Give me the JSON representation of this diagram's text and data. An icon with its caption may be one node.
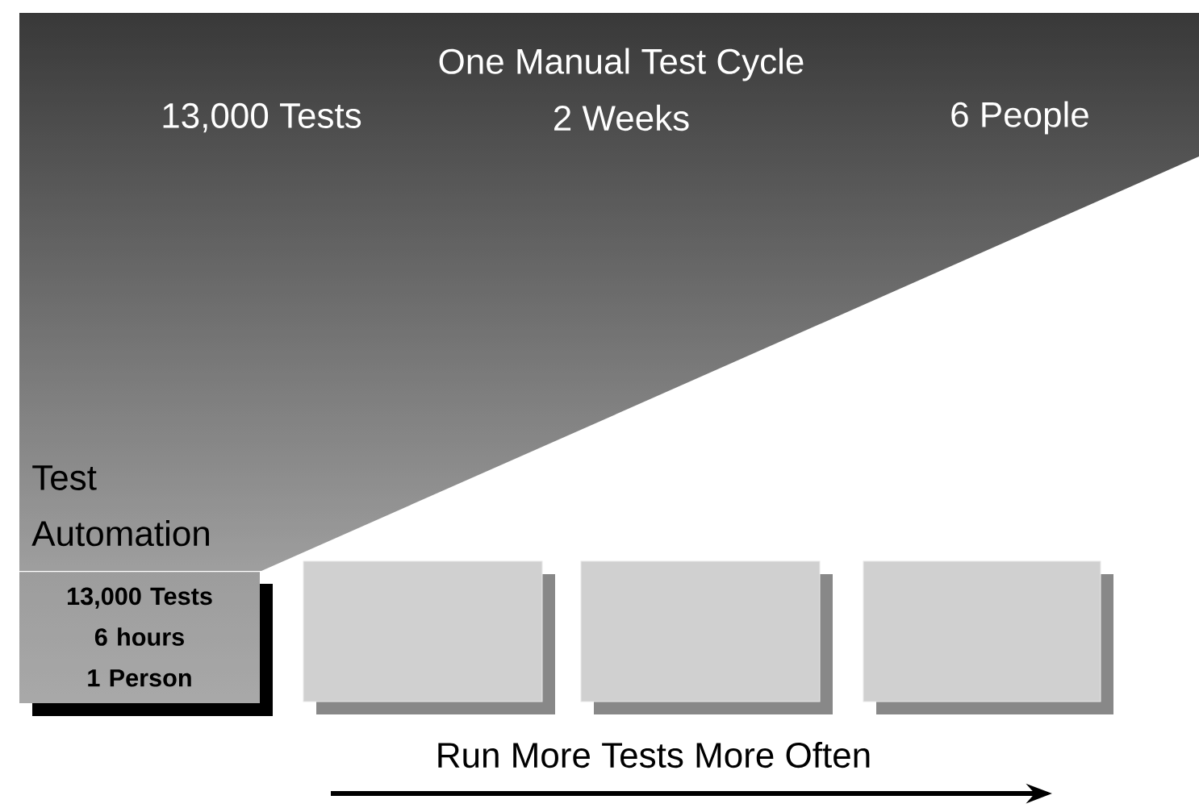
{
  "diagram": {
    "nodes": [
      {
        "text": [
          "One Manual Test Cycle",
          "13,000 Tests",
          "2 Weeks",
          "6 People"
        ]
      },
      {
        "text": [
          "Test Automation",
          "13,000 Tests 6 hours 1 Person"
        ]
      },
      {
        "text": [],
        "shape": "box"
      },
      {
        "text": [],
        "shape": "box"
      },
      {
        "text": [],
        "shape": "box"
      }
    ],
    "labels": [
      "Run More Tests More Often"
    ]
  }
}
